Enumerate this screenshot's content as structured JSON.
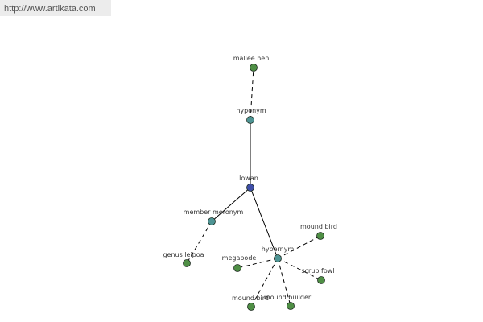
{
  "site": {
    "url": "http://www.artikata.com"
  },
  "colors": {
    "center_node": "#3f4ea8",
    "relation_node": "#4e9494",
    "term_node": "#4f8f45",
    "edge": "#000000"
  },
  "nodes": [
    {
      "id": "lowan",
      "label": "lowan",
      "kind": "center"
    },
    {
      "id": "hyponym",
      "label": "hyponym",
      "kind": "relation"
    },
    {
      "id": "member-meronym",
      "label": "member meronym",
      "kind": "relation"
    },
    {
      "id": "hypernym",
      "label": "hypernym",
      "kind": "relation"
    },
    {
      "id": "mallee-hen",
      "label": "mallee hen",
      "kind": "term"
    },
    {
      "id": "genus-leipoa",
      "label": "genus leipoa",
      "kind": "term"
    },
    {
      "id": "mound-bird-1",
      "label": "mound bird",
      "kind": "term"
    },
    {
      "id": "megapode",
      "label": "megapode",
      "kind": "term"
    },
    {
      "id": "scrub-fowl",
      "label": "scrub fowl",
      "kind": "term"
    },
    {
      "id": "mound-bird-2",
      "label": "mound bird",
      "kind": "term"
    },
    {
      "id": "mound-builder",
      "label": "mound builder",
      "kind": "term"
    }
  ],
  "edges": [
    {
      "from": "lowan",
      "to": "hyponym",
      "style": "solid"
    },
    {
      "from": "lowan",
      "to": "member-meronym",
      "style": "solid"
    },
    {
      "from": "lowan",
      "to": "hypernym",
      "style": "solid"
    },
    {
      "from": "hyponym",
      "to": "mallee-hen",
      "style": "dashed"
    },
    {
      "from": "member-meronym",
      "to": "genus-leipoa",
      "style": "dashed"
    },
    {
      "from": "hypernym",
      "to": "mound-bird-1",
      "style": "dashed"
    },
    {
      "from": "hypernym",
      "to": "megapode",
      "style": "dashed"
    },
    {
      "from": "hypernym",
      "to": "scrub-fowl",
      "style": "dashed"
    },
    {
      "from": "hypernym",
      "to": "mound-bird-2",
      "style": "dashed"
    },
    {
      "from": "hypernym",
      "to": "mound-builder",
      "style": "dashed"
    }
  ]
}
